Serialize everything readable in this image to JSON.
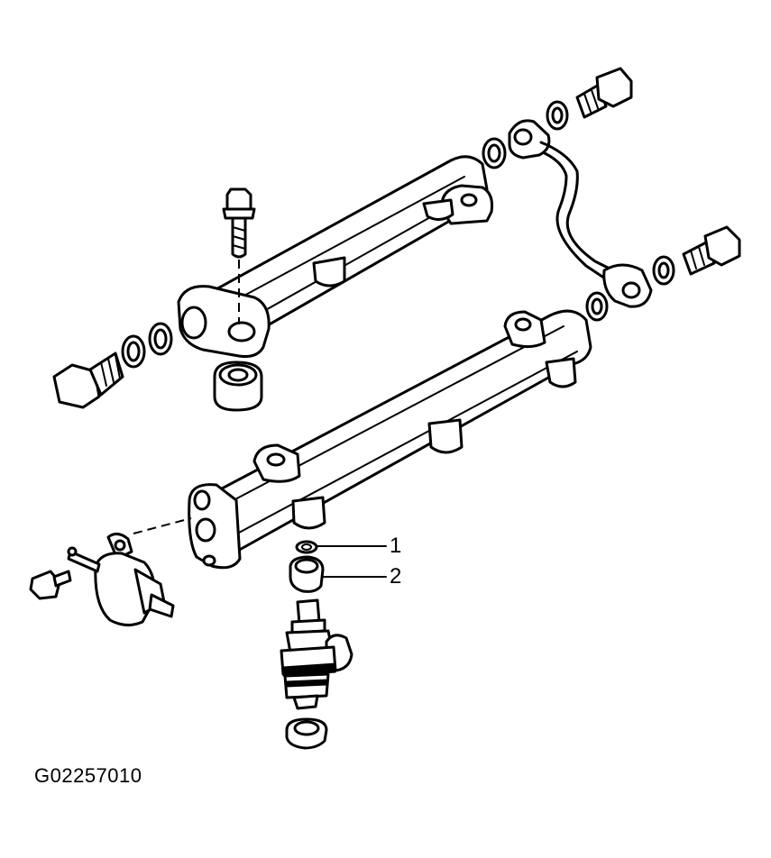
{
  "figure": {
    "id": "G02257010",
    "callouts": [
      {
        "number": "1",
        "target": "o-ring"
      },
      {
        "number": "2",
        "target": "injector-cushion"
      }
    ]
  },
  "colors": {
    "line": "#000000",
    "background": "#ffffff"
  }
}
